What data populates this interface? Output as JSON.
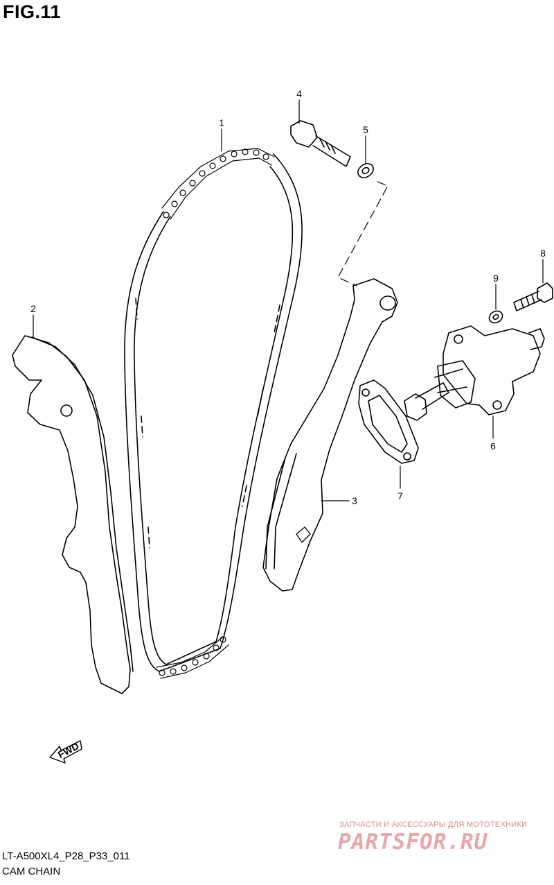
{
  "figure": {
    "title": "FIG.11"
  },
  "callouts": [
    {
      "id": "1",
      "label": "1"
    },
    {
      "id": "2",
      "label": "2"
    },
    {
      "id": "3",
      "label": "3"
    },
    {
      "id": "4",
      "label": "4"
    },
    {
      "id": "5",
      "label": "5"
    },
    {
      "id": "6",
      "label": "6"
    },
    {
      "id": "7",
      "label": "7"
    },
    {
      "id": "8",
      "label": "8"
    },
    {
      "id": "9",
      "label": "9"
    }
  ],
  "direction_arrow": {
    "text": "FWD"
  },
  "footer": {
    "code": "LT-A500XL4_P28_P33_011",
    "name": "CAM CHAIN"
  },
  "watermark": {
    "caption": "ЗАПЧАСТИ И АКСЕССУАРЫ ДЛЯ МОТОТЕХНИКИ",
    "logo": "PARTSFOR.RU"
  }
}
